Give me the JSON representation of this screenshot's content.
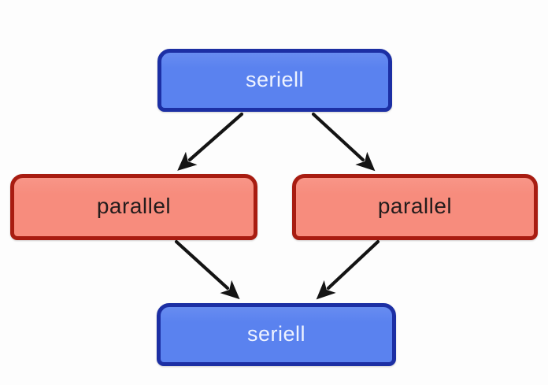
{
  "diagram": {
    "background": "#fdfdfd",
    "arrow_color": "#141414",
    "nodes": [
      {
        "id": "seriell-top",
        "label": "seriell",
        "fill": "#5a82ef",
        "border": "#1c2fa4",
        "text_color": "#eef3ff"
      },
      {
        "id": "parallel-left",
        "label": "parallel",
        "fill": "#f78c7d",
        "border": "#a81c11",
        "text_color": "#231c1c"
      },
      {
        "id": "parallel-right",
        "label": "parallel",
        "fill": "#f78c7d",
        "border": "#a81c11",
        "text_color": "#231c1c"
      },
      {
        "id": "seriell-bottom",
        "label": "seriell",
        "fill": "#5a82ef",
        "border": "#1c2fa4",
        "text_color": "#eef3ff"
      }
    ],
    "edges": [
      {
        "from": "seriell-top",
        "to": "parallel-left"
      },
      {
        "from": "seriell-top",
        "to": "parallel-right"
      },
      {
        "from": "parallel-left",
        "to": "seriell-bottom"
      },
      {
        "from": "parallel-right",
        "to": "seriell-bottom"
      }
    ]
  }
}
